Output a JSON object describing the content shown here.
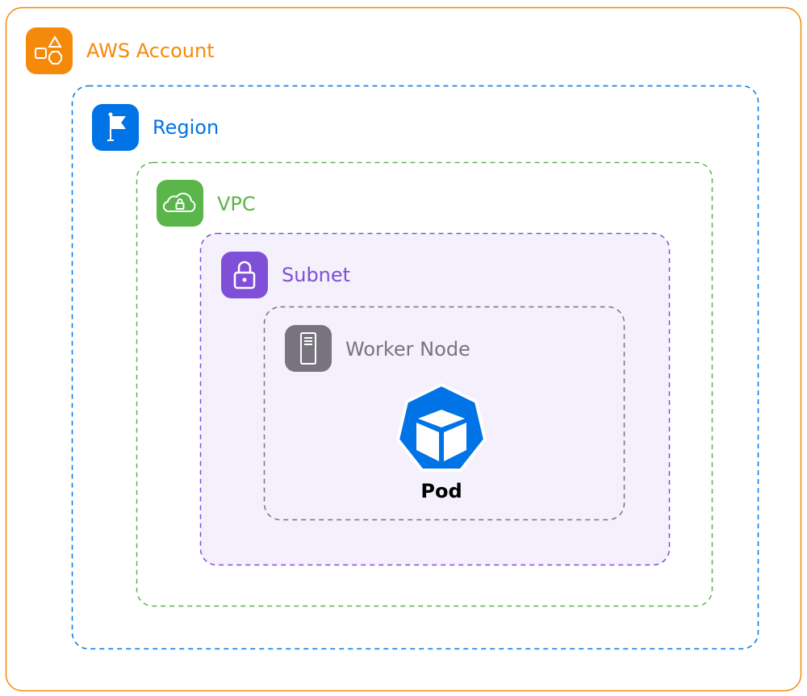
{
  "groups": {
    "account": {
      "label": "AWS Account",
      "color": "#F58A0A",
      "icon": "shapes-icon"
    },
    "region": {
      "label": "Region",
      "color": "#0073E6",
      "icon": "flag-icon"
    },
    "vpc": {
      "label": "VPC",
      "color": "#5AB54A",
      "icon": "cloud-lock-icon"
    },
    "subnet": {
      "label": "Subnet",
      "color": "#7F4FD8",
      "fill": "#F4F0FC",
      "icon": "lock-icon"
    },
    "worker_node": {
      "label": "Worker Node",
      "color": "#77737F",
      "icon": "server-icon"
    }
  },
  "nodes": {
    "pod": {
      "label": "Pod",
      "color": "#0073E6",
      "icon": "kubernetes-pod-icon"
    }
  }
}
